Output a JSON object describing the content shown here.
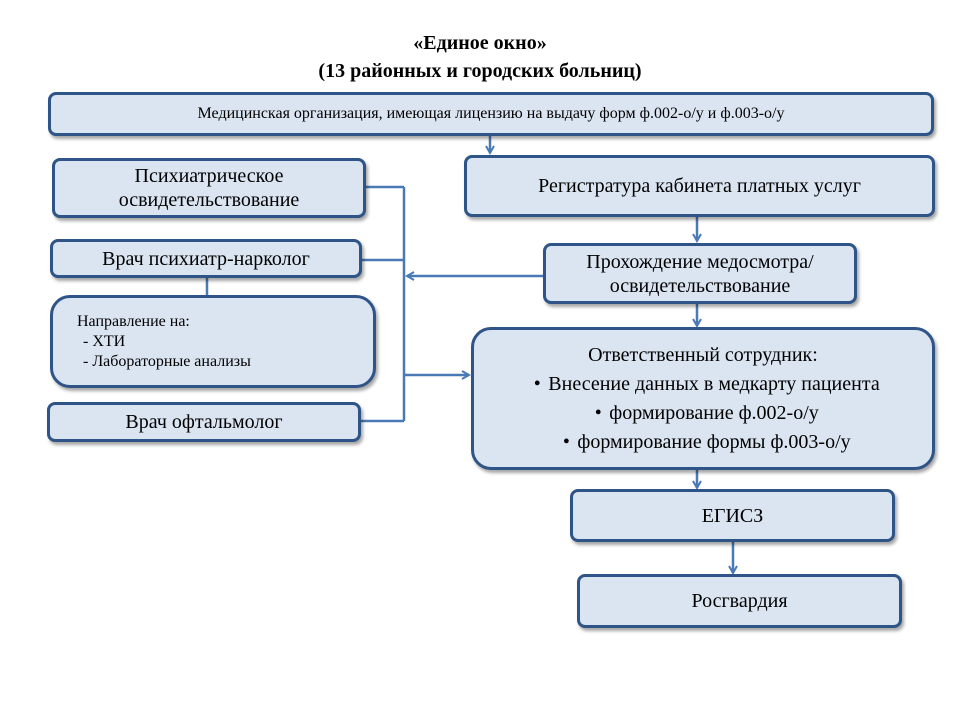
{
  "title": {
    "line1": "«Единое окно»",
    "line2": "(13 районных и городских больниц)"
  },
  "boxes": {
    "med_org": "Медицинская  организация,  имеющая  лицензию  на выдачу  форм ф.002-о/у и  ф.003-о/у",
    "psych_exam": "Психиатрическое освидетельствование",
    "narcologist": "Врач психиатр-нарколог",
    "referral": {
      "heading": "Направление  на:",
      "items": [
        "- ХТИ",
        "- Лабораторные  анализы"
      ]
    },
    "ophthalmologist": "Врач офтальмолог",
    "registry": "Регистратура кабинета платных услуг",
    "medical_exam": "Прохождение медосмотра/ освидетельствование",
    "responsible": {
      "heading": "Ответственный сотрудник:",
      "bullet": "•",
      "items": [
        "Внесение данных в медкарту пациента",
        "формирование ф.002-о/у",
        "формирование формы ф.003-о/у"
      ]
    },
    "egisz": "ЕГИСЗ",
    "rosgvardia": "Росгвардия"
  },
  "colors": {
    "box_fill": "#dbe5f1",
    "box_border": "#2f5487",
    "connector": "#4a7ab5"
  }
}
